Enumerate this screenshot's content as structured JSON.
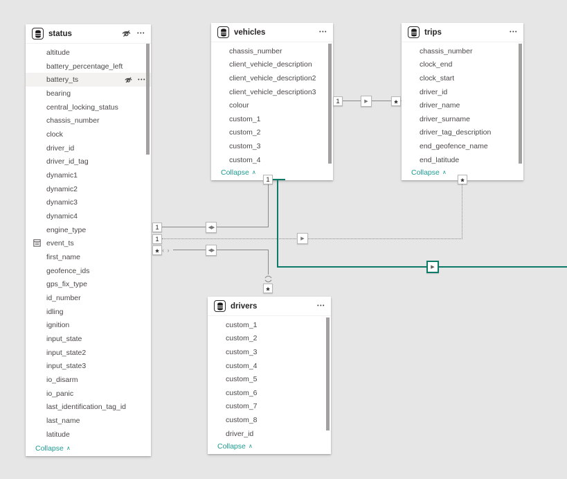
{
  "app": "model-relationship-diagram",
  "colors": {
    "canvas": "#e6e6e6",
    "card": "#ffffff",
    "header_text": "#252423",
    "field_text": "#4a4846",
    "row_highlight": "#f3f2f1",
    "collapse_link": "#1b9a92",
    "relationship_line": "#8a8886",
    "relationship_selected": "#0c7a67"
  },
  "icons": {
    "more_options": "•••",
    "collapse_chevron": "∧",
    "arrow_single": "▶",
    "arrow_both": "◀▶",
    "limited_markers": "‹ ›"
  },
  "tables": [
    {
      "name": "status",
      "header_icons": [
        "semantic-model",
        "visibility-hidden",
        "more-options"
      ],
      "collapse_label": "Collapse",
      "fields": [
        {
          "label": "altitude"
        },
        {
          "label": "battery_percentage_left"
        },
        {
          "label": "battery_ts",
          "highlighted": true,
          "row_icons": [
            "visibility-hidden",
            "more-options"
          ]
        },
        {
          "label": "bearing"
        },
        {
          "label": "central_locking_status"
        },
        {
          "label": "chassis_number"
        },
        {
          "label": "clock"
        },
        {
          "label": "driver_id"
        },
        {
          "label": "driver_id_tag"
        },
        {
          "label": "dynamic1"
        },
        {
          "label": "dynamic2"
        },
        {
          "label": "dynamic3"
        },
        {
          "label": "dynamic4"
        },
        {
          "label": "engine_type"
        },
        {
          "label": "event_ts",
          "icon": "date-table"
        },
        {
          "label": "first_name"
        },
        {
          "label": "geofence_ids"
        },
        {
          "label": "gps_fix_type"
        },
        {
          "label": "id_number"
        },
        {
          "label": "idling"
        },
        {
          "label": "ignition"
        },
        {
          "label": "input_state"
        },
        {
          "label": "input_state2"
        },
        {
          "label": "input_state3"
        },
        {
          "label": "io_disarm"
        },
        {
          "label": "io_panic"
        },
        {
          "label": "last_identification_tag_id"
        },
        {
          "label": "last_name"
        },
        {
          "label": "latitude"
        }
      ]
    },
    {
      "name": "vehicles",
      "header_icons": [
        "semantic-model",
        "more-options"
      ],
      "collapse_label": "Collapse",
      "fields": [
        {
          "label": "chassis_number"
        },
        {
          "label": "client_vehicle_description"
        },
        {
          "label": "client_vehicle_description2"
        },
        {
          "label": "client_vehicle_description3"
        },
        {
          "label": "colour"
        },
        {
          "label": "custom_1"
        },
        {
          "label": "custom_2"
        },
        {
          "label": "custom_3"
        },
        {
          "label": "custom_4"
        }
      ]
    },
    {
      "name": "trips",
      "header_icons": [
        "semantic-model",
        "more-options"
      ],
      "collapse_label": "Collapse",
      "fields": [
        {
          "label": "chassis_number"
        },
        {
          "label": "clock_end"
        },
        {
          "label": "clock_start"
        },
        {
          "label": "driver_id"
        },
        {
          "label": "driver_name"
        },
        {
          "label": "driver_surname"
        },
        {
          "label": "driver_tag_description"
        },
        {
          "label": "end_geofence_name"
        },
        {
          "label": "end_latitude"
        }
      ]
    },
    {
      "name": "drivers",
      "header_icons": [
        "semantic-model",
        "more-options"
      ],
      "collapse_label": "Collapse",
      "fields": [
        {
          "label": "custom_1"
        },
        {
          "label": "custom_2"
        },
        {
          "label": "custom_3"
        },
        {
          "label": "custom_4"
        },
        {
          "label": "custom_5"
        },
        {
          "label": "custom_6"
        },
        {
          "label": "custom_7"
        },
        {
          "label": "custom_8"
        },
        {
          "label": "driver_id"
        }
      ]
    }
  ],
  "relationships": [
    {
      "from_table": "vehicles",
      "to_table": "trips",
      "from_cardinality": "1",
      "to_cardinality": "*",
      "active": true,
      "cross_filter": "single"
    },
    {
      "from_table": "status",
      "to_table": "vehicles",
      "from_cardinality": "1",
      "to_cardinality": "1",
      "active": true,
      "cross_filter": "both"
    },
    {
      "from_table": "status",
      "to_table": "trips",
      "from_cardinality": "1",
      "to_cardinality": "*",
      "active": false,
      "cross_filter": "single"
    },
    {
      "from_table": "status",
      "to_table": "drivers",
      "from_cardinality": "*",
      "to_cardinality": "*",
      "active": true,
      "cross_filter": "both",
      "limited": true
    },
    {
      "from_table": "vehicles",
      "selected": true,
      "cross_filter": "single"
    }
  ]
}
